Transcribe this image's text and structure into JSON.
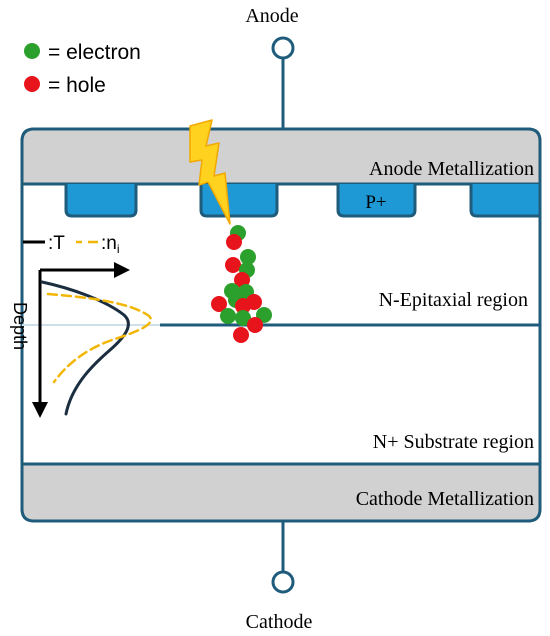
{
  "terminals": {
    "anode_label": "Anode",
    "cathode_label": "Cathode"
  },
  "legend": {
    "electron_label": "= electron",
    "hole_label": "= hole",
    "electron_color": "#2ca02c",
    "hole_color": "#e8141b"
  },
  "regions": {
    "anode_metal": "Anode Metallization",
    "epi": "N-Epitaxial region",
    "substrate": "N+ Substrate region",
    "cathode_metal": "Cathode Metallization"
  },
  "implant_label": "P+",
  "inset": {
    "t_label": ":T",
    "ni_label": ":n",
    "ni_sub": "i",
    "depth_label": "Depth",
    "t_color": "#1a2e3f",
    "ni_color": "#f2b705"
  },
  "colors": {
    "device_outline": "#1f5b7a",
    "metal_fill": "#d1d1d1",
    "implant_fill": "#1f98d6",
    "strike": "#ffd21f"
  }
}
